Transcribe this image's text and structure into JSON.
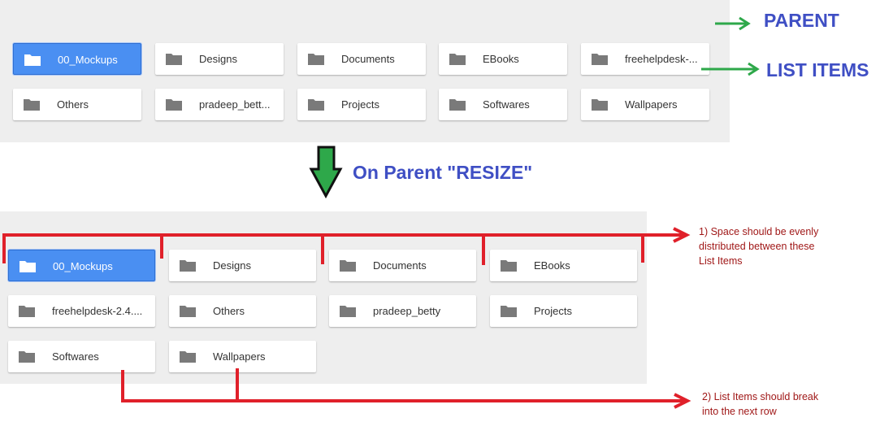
{
  "annotations": {
    "parent": "PARENT",
    "list_items": "LIST ITEMS",
    "on_resize": "On Parent \"RESIZE\"",
    "note1_lines": [
      "1) Space should be evenly",
      "distributed between these",
      "List Items"
    ],
    "note2_lines": [
      "2) List Items should break",
      "into the next row"
    ]
  },
  "top_items": [
    "00_Mockups",
    "Designs",
    "Documents",
    "EBooks",
    "freehelpdesk-...",
    "Others",
    "pradeep_bett...",
    "Projects",
    "Softwares",
    "Wallpapers"
  ],
  "bottom_items": [
    "00_Mockups",
    "Designs",
    "Documents",
    "EBooks",
    "freehelpdesk-2.4....",
    "Others",
    "pradeep_betty",
    "Projects",
    "Softwares",
    "Wallpapers"
  ],
  "selected_item": "00_Mockups",
  "icons": {
    "folder": "folder-icon",
    "arrow": "arrow-right-icon",
    "down_arrow": "arrow-down-icon"
  },
  "colors": {
    "selected": "#4a8ff2",
    "folder": "#7a7a7a",
    "green_arrow": "#2ea84a",
    "annotation_blue": "#3f4fc4",
    "red_marker": "#e0202a",
    "note_text": "#a01818",
    "panel_bg": "#eeeeee"
  }
}
